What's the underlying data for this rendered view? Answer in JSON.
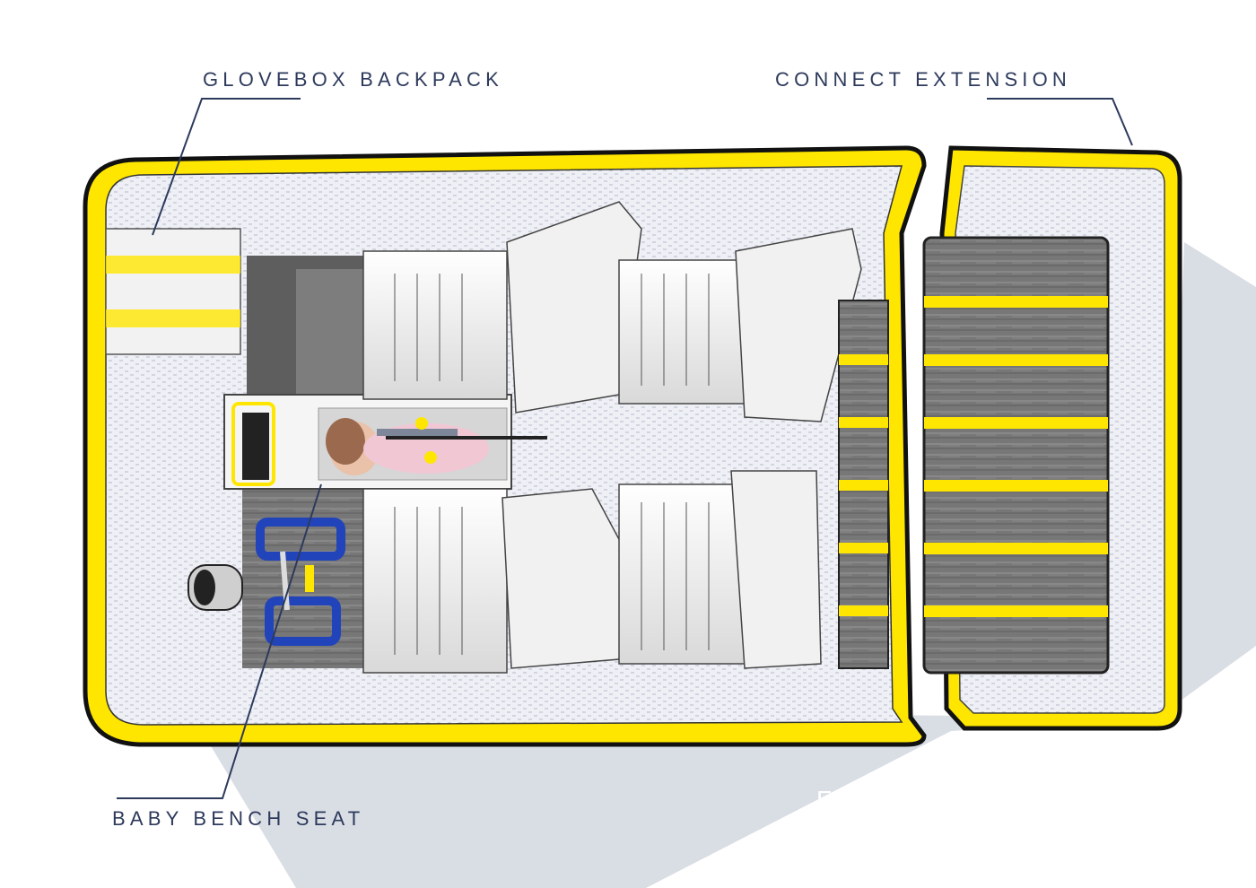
{
  "labels": {
    "glovebox_backpack": "GLOVEBOX BACKPACK",
    "connect_extension": "CONNECT EXTENSION",
    "baby_bench_seat": "BABY BENCH SEAT",
    "final_interior": "FINAL INTERIOR"
  },
  "colors": {
    "accent_yellow": "#ffe600",
    "label_navy": "#2d3a5c",
    "outline_black": "#111111",
    "shadow_grey": "#d9dde4",
    "floor_grey": "#6e6e6e",
    "seat_white": "#f3f3f3",
    "handle_blue": "#2244bb",
    "final_label_white": "#ffffff"
  },
  "icons": {
    "baby": "baby-figure-icon",
    "stroller": "stroller-handle-icon"
  }
}
